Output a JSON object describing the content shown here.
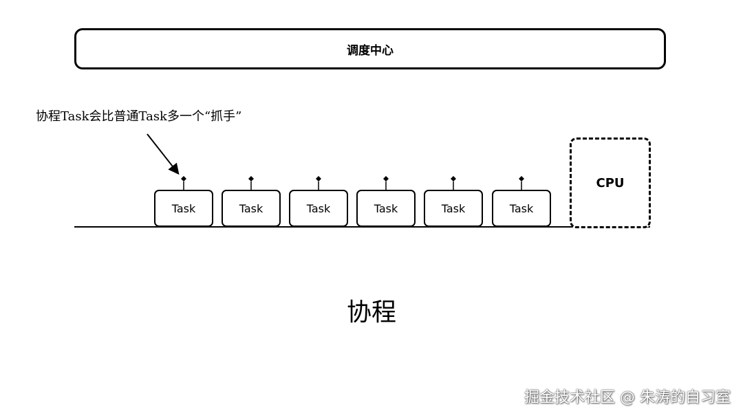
{
  "scheduler": {
    "label": "调度中心"
  },
  "annotation": {
    "text": "协程Task会比普通Task多一个“抓手”"
  },
  "tasks": [
    {
      "label": "Task"
    },
    {
      "label": "Task"
    },
    {
      "label": "Task"
    },
    {
      "label": "Task"
    },
    {
      "label": "Task"
    },
    {
      "label": "Task"
    }
  ],
  "cpu": {
    "label": "CPU"
  },
  "caption": "协程",
  "watermark": "掘金技术社区 @ 朱涛的自习室"
}
